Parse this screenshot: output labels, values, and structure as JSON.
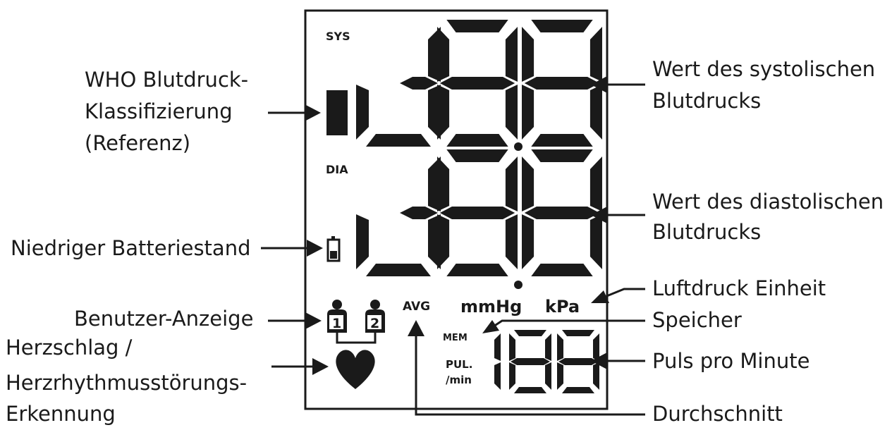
{
  "lcd": {
    "sys": "SYS",
    "dia": "DIA",
    "avg": "AVG",
    "mmhg": "mmHg",
    "kpa": "kPa",
    "mem": "MEM",
    "pul": "PUL.",
    "permin": "/min",
    "user1": "1",
    "user2": "2"
  },
  "labels": {
    "who_line1": "WHO Blutdruck-",
    "who_line2": "Klassifizierung",
    "who_line3": "(Referenz)",
    "battery": "Niedriger Batteriestand",
    "user": "Benutzer-Anzeige",
    "heart_line1": "Herzschlag /",
    "heart_line2": "Herzrhythmusstörungs-",
    "heart_line3": "Erkennung",
    "sys_line1": "Wert des systolischen",
    "sys_line2": "Blutdrucks",
    "dia_line1": "Wert des diastolischen",
    "dia_line2": "Blutdrucks",
    "unit": "Luftdruck Einheit",
    "memory": "Speicher",
    "pulse": "Puls pro Minute",
    "average": "Durchschnitt"
  }
}
